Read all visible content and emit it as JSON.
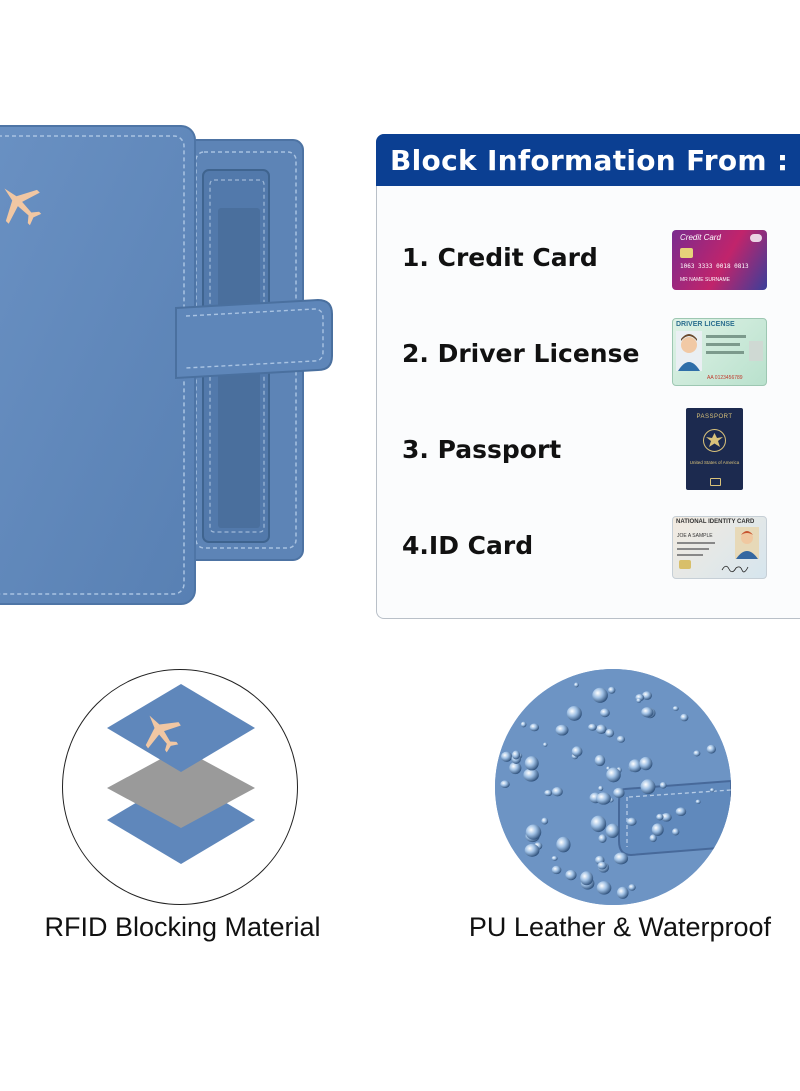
{
  "panel": {
    "title": "Block Information From :",
    "items": [
      {
        "label": "1. Credit Card"
      },
      {
        "label": "2. Driver License"
      },
      {
        "label": "3. Passport"
      },
      {
        "label": "4.ID Card"
      }
    ]
  },
  "cards": {
    "credit_card": {
      "title": "Credit Card",
      "number": "1063 3333 0018 0813",
      "name": "MR NAME SURNAME",
      "colors": [
        "#7a2b8f",
        "#c1246b",
        "#3a3f9a"
      ]
    },
    "driver_license": {
      "title": "DRIVER LICENSE",
      "number": "AA 0123456789"
    },
    "passport": {
      "title": "PASSPORT",
      "country": "United States of America",
      "color": "#1c2a4f"
    },
    "id_card": {
      "title": "NATIONAL IDENTITY CARD",
      "name": "JOE A SAMPLE"
    }
  },
  "features": [
    {
      "caption": "RFID Blocking Material",
      "icon": "rfid-layers-icon"
    },
    {
      "caption": "PU Leather & Waterproof",
      "icon": "water-droplets-icon"
    }
  ],
  "colors": {
    "wallet_blue": "#5f87bb",
    "header_navy": "#0b3f92",
    "plane_gold": "#f1c7a3",
    "layer_gray": "#9a9a9a"
  }
}
